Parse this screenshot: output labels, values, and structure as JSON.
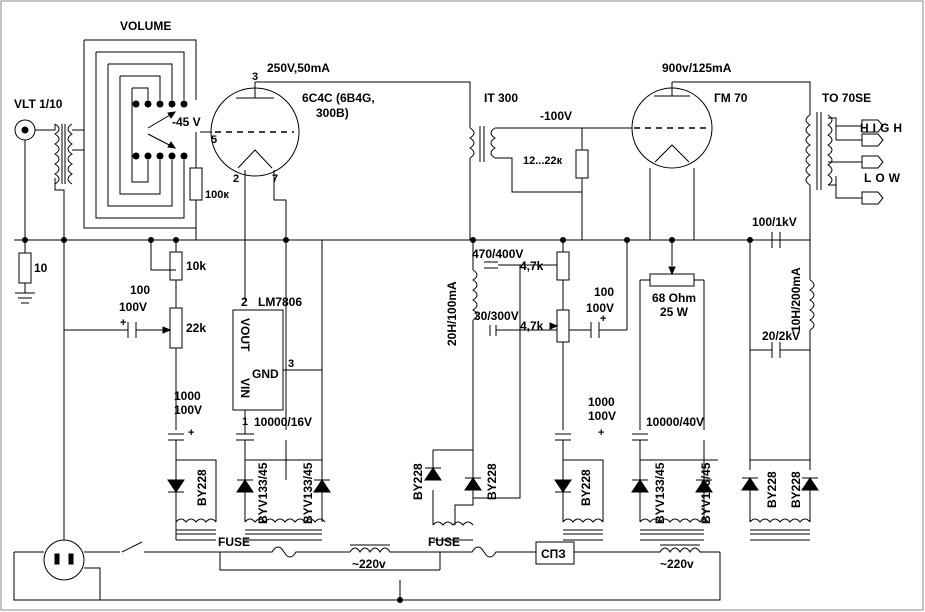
{
  "labels": {
    "volume": "VOLUME",
    "input": "VLT 1/10",
    "bias_input": "-45 V",
    "v1_plate": "250V,50mA",
    "v1_name": "6C4C (6B4G,",
    "v1_name2": "300B)",
    "pin3": "3",
    "pin5": "5",
    "pin2": "2",
    "pin7": "7",
    "r_grid1": "100к",
    "r_ground": "10",
    "cap_in1": "100",
    "cap_in2": "100V",
    "r_10k": "10k",
    "r_22k": "22k",
    "cap_1000a": "1000",
    "cap_1000a_v": "100V",
    "diode_by228_a": "BY228",
    "reg_name": "LM7806",
    "reg_pin2": "2",
    "reg_vout": "VOUT",
    "reg_gnd": "GND",
    "reg_vin": "VIN",
    "reg_pin3": "3",
    "reg_pin1": "1",
    "cap_10000_16": "10000/16V",
    "byv_a": "BYV133/45",
    "byv_b": "BYV133/45",
    "it": "IT 300",
    "bias2": "-100V",
    "r_12_22k": "12...22к",
    "choke1": "20H/100mA",
    "cap_470": "470/400V",
    "cap_30": "30/300V",
    "r_4k7a": "4,7k",
    "r_4k7b": "4,7k",
    "by228_b": "BY228",
    "by228_c": "BY228",
    "cap_100b": "100",
    "cap_100b_v": "100V",
    "cap_1000b": "1000",
    "cap_1000b_v": "100V",
    "by228_d": "BY228",
    "v2_plate": "900v/125mA",
    "v2_name": "ГМ 70",
    "r_68": "68 Ohm",
    "r_68_w": "25 W",
    "cap_10000_40": "10000/40V",
    "byv_c": "BYV133/45",
    "byv_d": "BYV133/45",
    "out_tr": "TO 70SE",
    "high": "HIGH",
    "low": "LOW",
    "cap_100_1k": "100/1kV",
    "choke2": "10H/200mA",
    "cap_20_2k": "20/2kV",
    "by228_e": "BY228",
    "by228_f": "BY228",
    "fuse1": "FUSE",
    "fuse2": "FUSE",
    "mains1": "~220v",
    "mains2": "~220v",
    "spz": "СПЗ"
  }
}
